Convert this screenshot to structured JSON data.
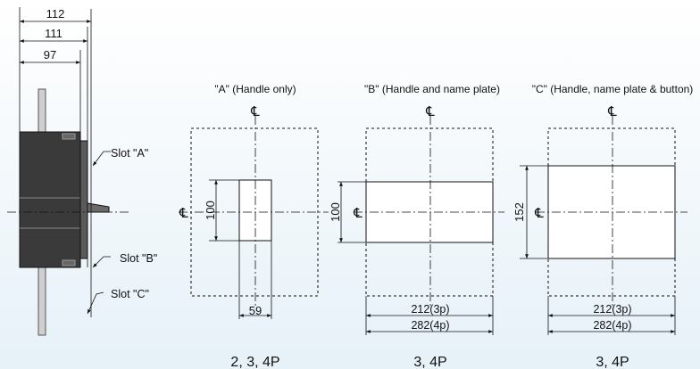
{
  "colors": {
    "line": "#111111",
    "background_top": "#ffffff",
    "background_bottom": "#e6f1f8"
  },
  "side_view": {
    "dim_top": "112",
    "dim_mid": "111",
    "dim_low": "97",
    "slot_a": "Slot \"A\"",
    "slot_b": "Slot \"B\"",
    "slot_c": "Slot \"C\""
  },
  "cutouts": [
    {
      "title": "\"A\" (Handle only)",
      "cl": "℄",
      "height_label": "100",
      "width_label": "59",
      "poles": "2, 3, 4P"
    },
    {
      "title": "\"B\" (Handle and name plate)",
      "cl": "℄",
      "height_label": "100",
      "width_label_1": "212(3p)",
      "width_label_2": "282(4p)",
      "poles": "3, 4P"
    },
    {
      "title": "\"C\" (Handle, name plate & button)",
      "cl": "℄",
      "height_label": "152",
      "width_label_1": "212(3p)",
      "width_label_2": "282(4p)",
      "poles": "3, 4P"
    }
  ]
}
